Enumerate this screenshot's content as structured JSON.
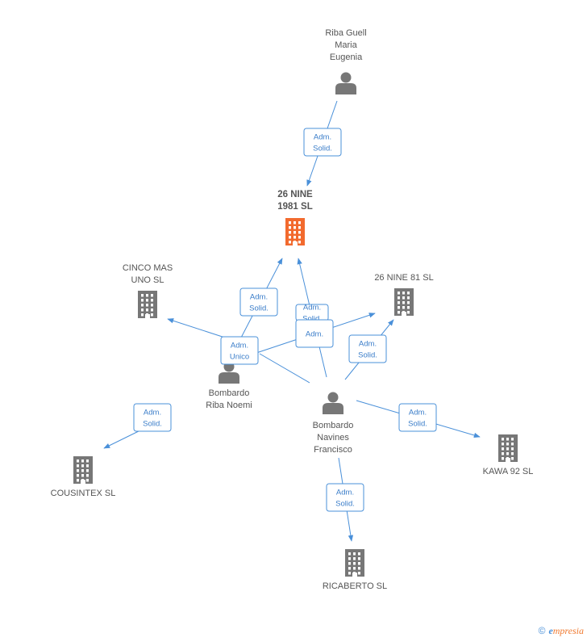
{
  "colors": {
    "edge": "#4a90d9",
    "node": "#777777",
    "main": "#f26a2e"
  },
  "nodes": {
    "riba_guell": {
      "type": "person",
      "lines": [
        "Riba Guell",
        "Maria",
        "Eugenia"
      ]
    },
    "nine1981": {
      "type": "company-main",
      "lines": [
        "26 NINE",
        "1981  SL"
      ]
    },
    "cinco": {
      "type": "company",
      "lines": [
        "CINCO MAS",
        "UNO SL"
      ]
    },
    "nine81": {
      "type": "company",
      "lines": [
        "26 NINE 81 SL"
      ]
    },
    "noemi": {
      "type": "person",
      "lines": [
        "Bombardo",
        "Riba Noemi"
      ]
    },
    "francisco": {
      "type": "person",
      "lines": [
        "Bombardo",
        "Navines",
        "Francisco"
      ]
    },
    "cousintex": {
      "type": "company",
      "lines": [
        "COUSINTEX  SL"
      ]
    },
    "kawa": {
      "type": "company",
      "lines": [
        "KAWA 92 SL"
      ]
    },
    "ricaberto": {
      "type": "company",
      "lines": [
        "RICABERTO SL"
      ]
    }
  },
  "edges": [
    {
      "id": "e1",
      "lines": [
        "Adm.",
        "Solid."
      ]
    },
    {
      "id": "e2",
      "lines": [
        "Adm.",
        "Solid."
      ]
    },
    {
      "id": "e3",
      "lines": [
        "Adm.",
        "Unico"
      ]
    },
    {
      "id": "e4",
      "lines": [
        "Adm.",
        "Solid."
      ]
    },
    {
      "id": "e5",
      "lines": [
        "Adm."
      ]
    },
    {
      "id": "e6",
      "lines": [
        "Adm.",
        "Solid."
      ]
    },
    {
      "id": "e7",
      "lines": [
        "Adm.",
        "Solid."
      ]
    },
    {
      "id": "e8",
      "lines": [
        "Adm.",
        "Solid."
      ]
    },
    {
      "id": "e9",
      "lines": [
        "Adm.",
        "Solid."
      ]
    }
  ],
  "footer": {
    "copyright": "©",
    "brand_initial": "e",
    "brand_rest": "mpresia"
  }
}
